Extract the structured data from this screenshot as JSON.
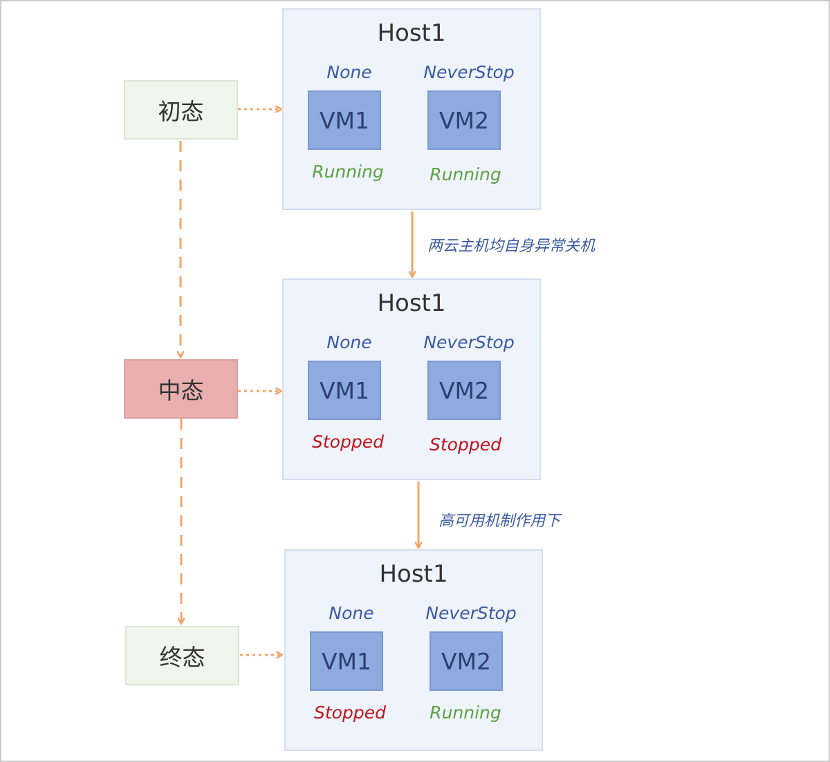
{
  "colors": {
    "connector": "#f2a46a",
    "state_light": "#f0f6ec",
    "state_middle": "#eaaeae",
    "host_bg": "#eef3fc",
    "vm_bg": "#8eaadf",
    "running": "#5fa040",
    "stopped": "#c0141a",
    "policy_text": "#3b5aa0"
  },
  "states": {
    "initial": "初态",
    "middle": "中态",
    "final": "终态"
  },
  "hosts": [
    {
      "title": "Host1",
      "vms": [
        {
          "name": "VM1",
          "policy": "None",
          "status": "Running"
        },
        {
          "name": "VM2",
          "policy": "NeverStop",
          "status": "Running"
        }
      ]
    },
    {
      "title": "Host1",
      "vms": [
        {
          "name": "VM1",
          "policy": "None",
          "status": "Stopped"
        },
        {
          "name": "VM2",
          "policy": "NeverStop",
          "status": "Stopped"
        }
      ]
    },
    {
      "title": "Host1",
      "vms": [
        {
          "name": "VM1",
          "policy": "None",
          "status": "Stopped"
        },
        {
          "name": "VM2",
          "policy": "NeverStop",
          "status": "Running"
        }
      ]
    }
  ],
  "transitions": [
    "两云主机均自身异常关机",
    "高可用机制作用下"
  ]
}
